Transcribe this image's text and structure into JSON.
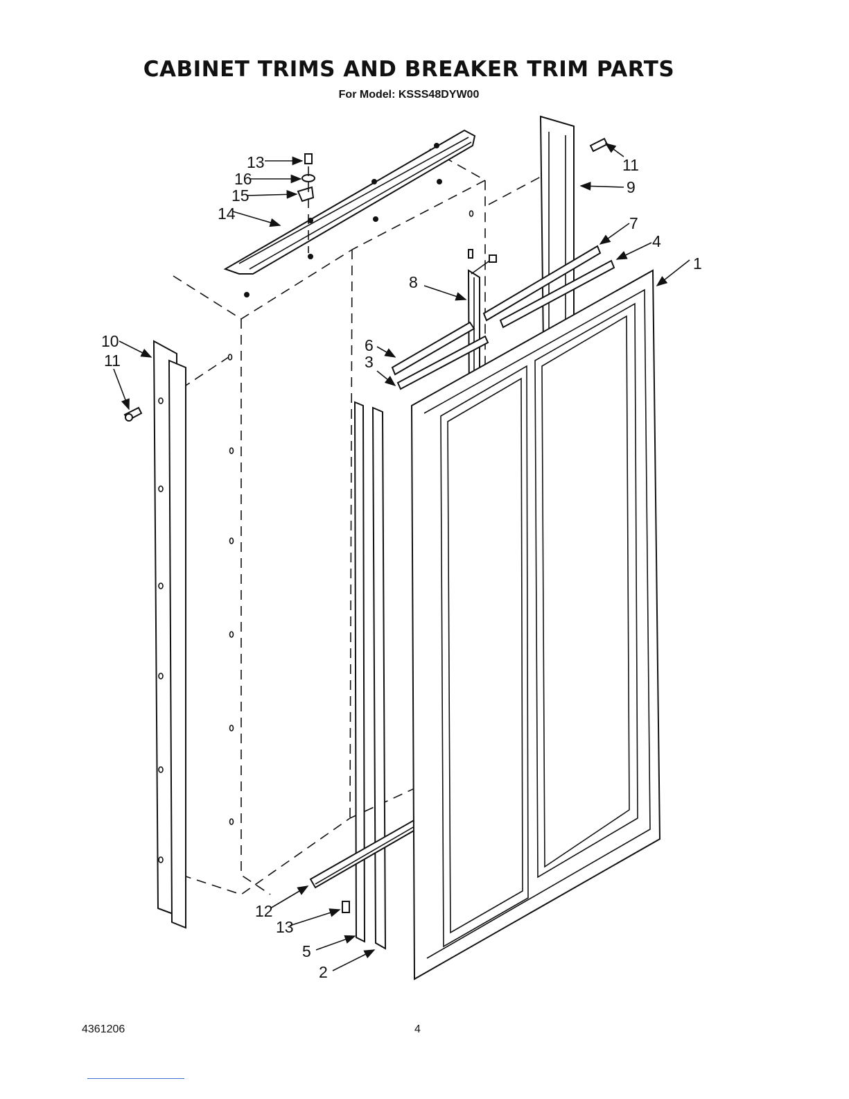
{
  "document": {
    "title": "CABINET TRIMS AND BREAKER TRIM PARTS",
    "subtitle": "For Model: KSSS48DYW00",
    "doc_number": "4361206",
    "page_number": "4"
  },
  "callouts": [
    "1",
    "2",
    "3",
    "4",
    "5",
    "6",
    "7",
    "8",
    "9",
    "10",
    "11",
    "11",
    "12",
    "13",
    "13",
    "14",
    "15",
    "16"
  ]
}
